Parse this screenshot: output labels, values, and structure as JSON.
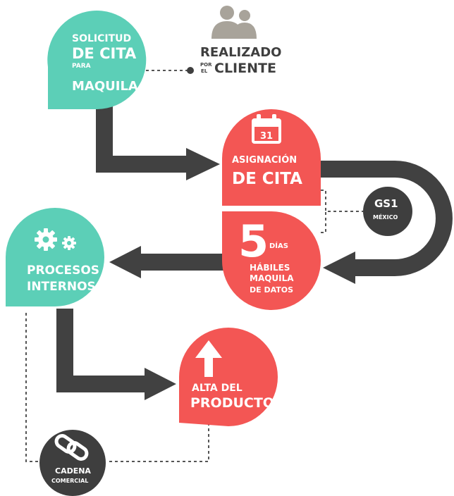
{
  "colors": {
    "teal": "#5ccfb7",
    "red": "#f35654",
    "dark": "#414141",
    "gray_people": "#a8a39a",
    "white": "#ffffff"
  },
  "solicitud": {
    "line1": "SOLICITUD",
    "line2": "DE CITA",
    "line3": "PARA",
    "line4": "MAQUILA"
  },
  "realizado": {
    "line1": "REALIZADO",
    "por": "POR",
    "el": "EL",
    "cliente": "CLIENTE",
    "icon": "people-icon"
  },
  "asignacion": {
    "calendar_day": "31",
    "line1": "ASIGNACIÓN",
    "line2": "DE CITA",
    "icon": "calendar-icon"
  },
  "gs1": {
    "line1": "GS1",
    "line2": "MÉXICO"
  },
  "dias": {
    "number": "5",
    "line1": "DÍAS",
    "line2": "HÁBILES",
    "line3": "MAQUILA",
    "line4": "DE DATOS"
  },
  "procesos": {
    "line1": "PROCESOS",
    "line2": "INTERNOS",
    "icon": "gears-icon"
  },
  "alta": {
    "line1": "ALTA DEL",
    "line2": "PRODUCTO",
    "icon": "arrow-up-icon"
  },
  "cadena": {
    "line1": "CADENA",
    "line2": "COMERCIAL",
    "icon": "chain-link-icon"
  }
}
